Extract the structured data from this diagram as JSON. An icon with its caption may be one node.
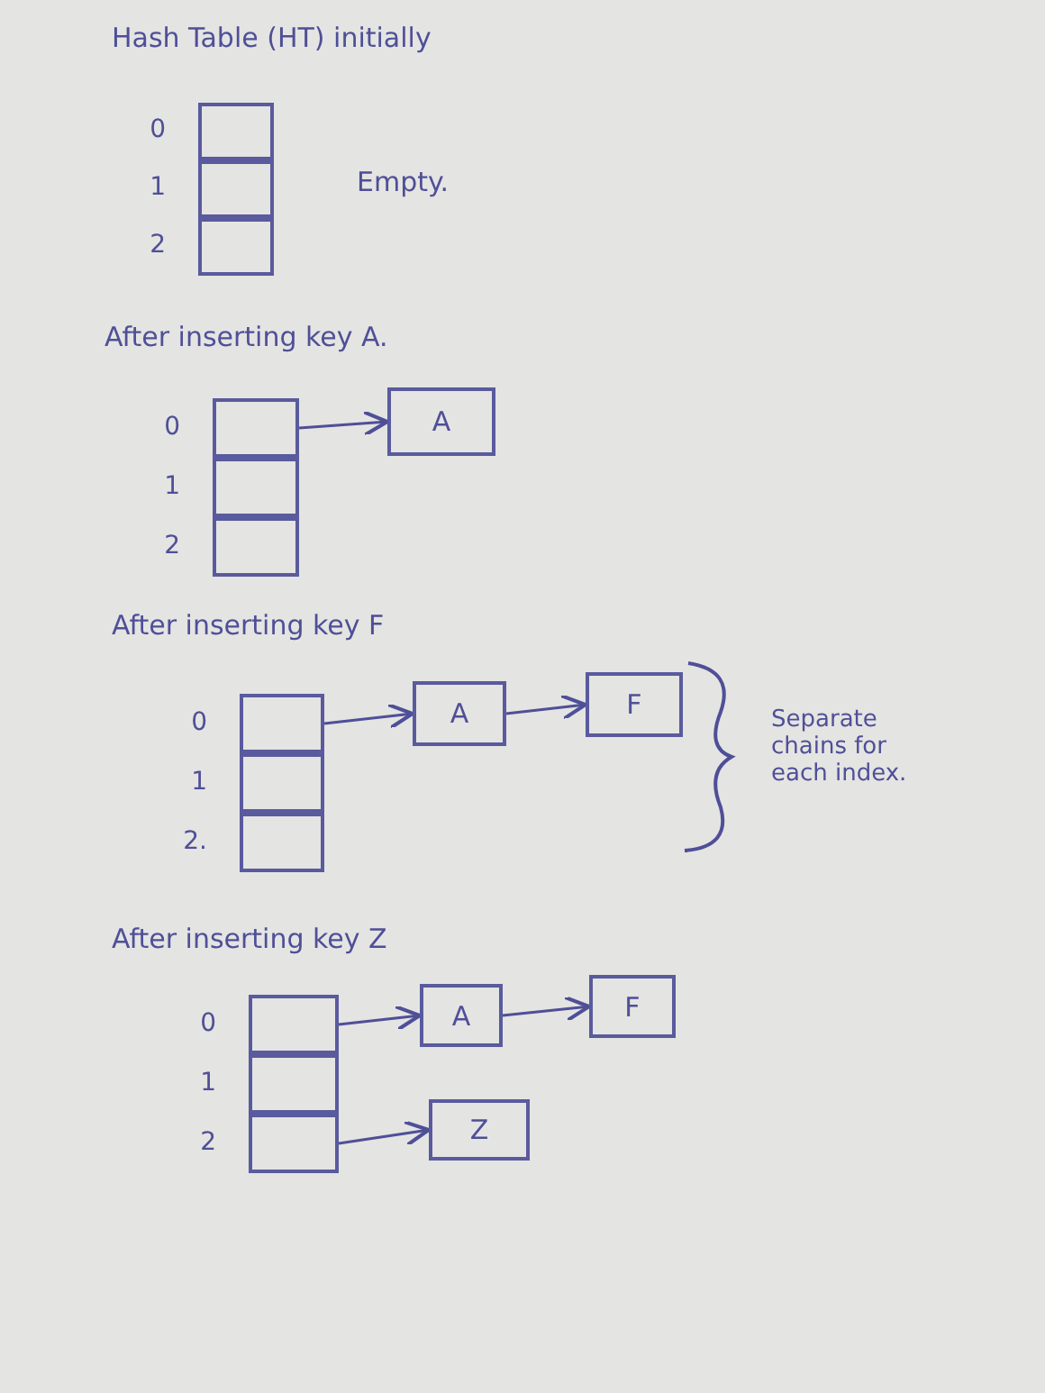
{
  "diagram": {
    "nodes": [
      {
        "text": [],
        "shape": "box",
        "beside": [
          "0"
        ]
      },
      {
        "text": [],
        "shape": "box",
        "beside": [
          "1"
        ]
      },
      {
        "text": [],
        "shape": "box",
        "beside": [
          "2"
        ]
      },
      {
        "text": [],
        "shape": "box",
        "beside": [
          "0"
        ]
      },
      {
        "text": [],
        "shape": "box",
        "beside": [
          "1"
        ]
      },
      {
        "text": [],
        "shape": "box",
        "beside": [
          "2"
        ]
      },
      {
        "text": [
          "A"
        ]
      },
      {
        "text": [],
        "shape": "box",
        "beside": [
          "0"
        ]
      },
      {
        "text": [],
        "shape": "box",
        "beside": [
          "1"
        ]
      },
      {
        "text": [],
        "shape": "box",
        "beside": [
          "2."
        ]
      },
      {
        "text": [
          "A"
        ]
      },
      {
        "text": [
          "F"
        ]
      },
      {
        "text": [],
        "shape": "box",
        "beside": [
          "0"
        ]
      },
      {
        "text": [],
        "shape": "box",
        "beside": [
          "1"
        ]
      },
      {
        "text": [],
        "shape": "box",
        "beside": [
          "2"
        ]
      },
      {
        "text": [
          "A"
        ]
      },
      {
        "text": [
          "F"
        ]
      },
      {
        "text": [
          "Z"
        ]
      }
    ],
    "edges": [
      {
        "from": 3,
        "to": 6,
        "arrow": "to"
      },
      {
        "from": 7,
        "to": 10,
        "arrow": "to"
      },
      {
        "from": 10,
        "to": 11,
        "arrow": "to"
      },
      {
        "from": 12,
        "to": 15,
        "arrow": "to"
      },
      {
        "from": 15,
        "to": 16,
        "arrow": "to"
      },
      {
        "from": 14,
        "to": 17,
        "arrow": "to"
      }
    ],
    "labels": [
      "Hash Table (HT) initially",
      "Empty.",
      "After inserting key A.",
      "After inserting key F",
      "Separate chains for each index.",
      "After inserting key Z"
    ]
  }
}
